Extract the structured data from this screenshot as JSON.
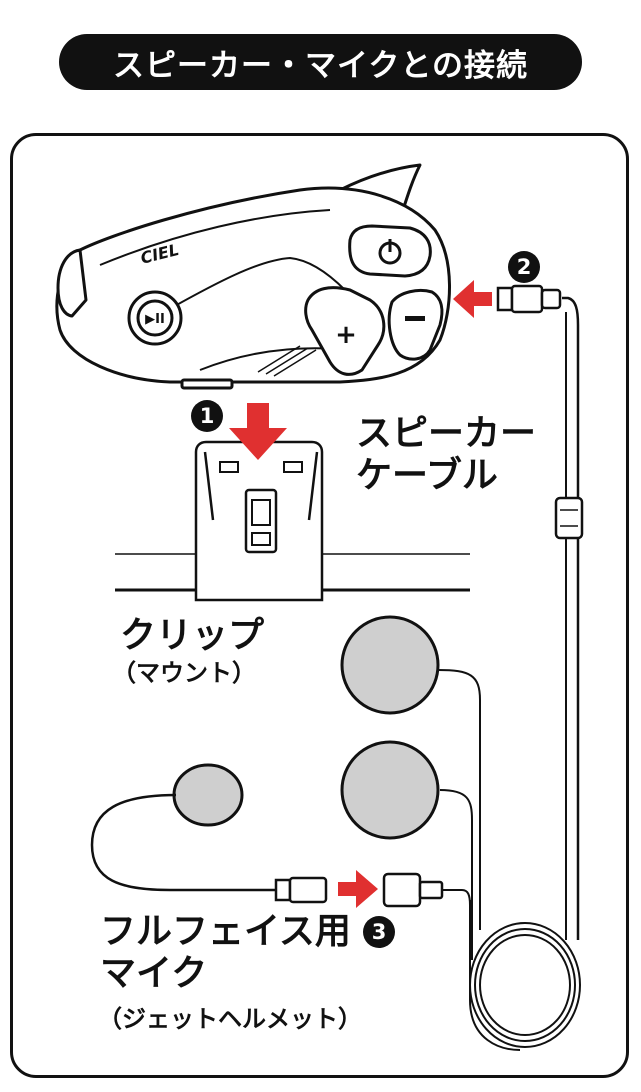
{
  "title": "スピーカー・マイクとの接続",
  "device": {
    "brand": "CIEL",
    "buttons": [
      "power-button",
      "multi-button",
      "plus-button",
      "minus-button"
    ]
  },
  "steps": [
    {
      "number": "1"
    },
    {
      "number": "2"
    },
    {
      "number": "3"
    }
  ],
  "labels": {
    "speaker_cable_line1": "スピーカー",
    "speaker_cable_line2": "ケーブル",
    "clip_main": "クリップ",
    "clip_sub": "（マウント）",
    "mic_line1": "フルフェイス用",
    "mic_line2": "マイク",
    "mic_sub": "（ジェットヘルメット）"
  },
  "colors": {
    "arrow": "#e03030",
    "ink": "#111111",
    "speaker_fill": "#cfcfcf"
  }
}
